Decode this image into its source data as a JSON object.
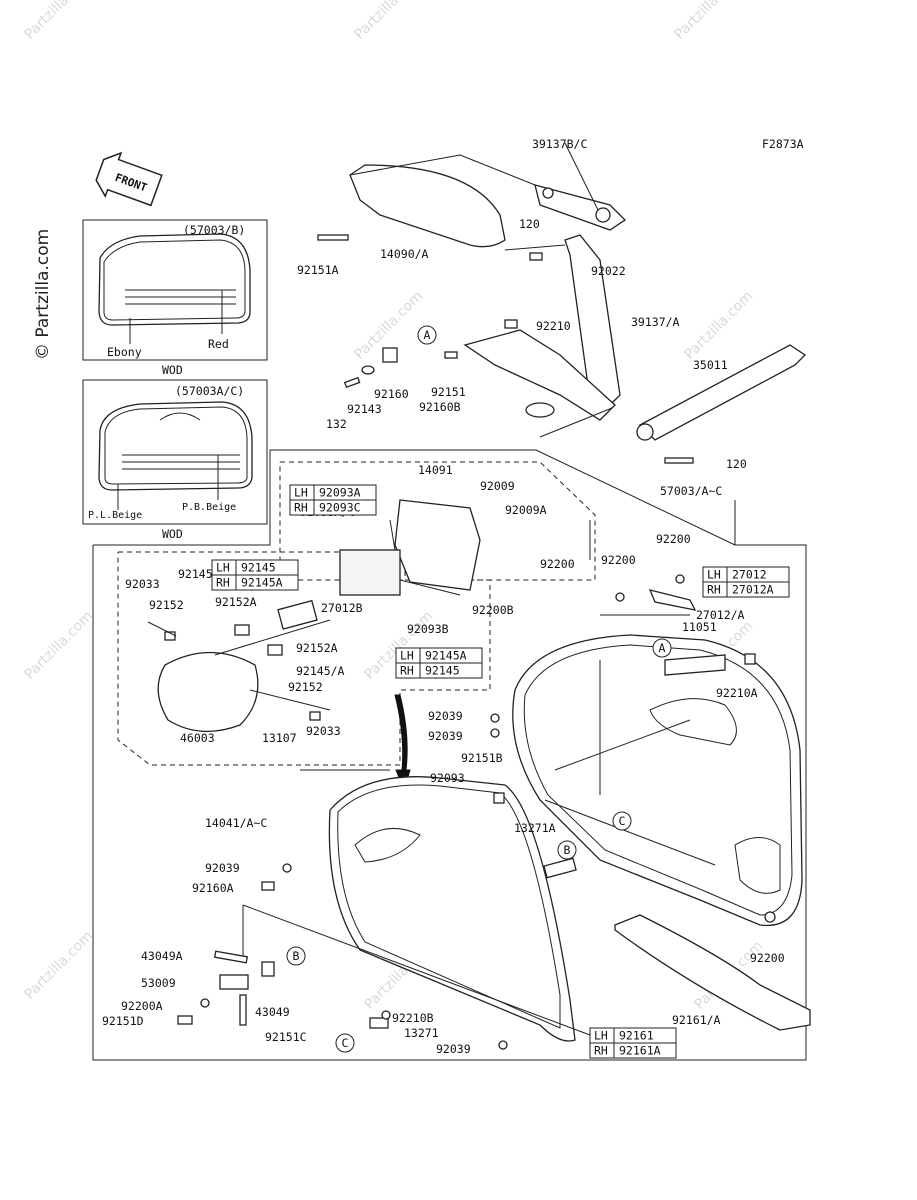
{
  "diagram_code": "F2873A",
  "front_label": "FRONT",
  "watermark": "Partzilla.com",
  "vertical_watermark": "© Partzilla.com",
  "inset_top": {
    "code": "(57003/B)",
    "color_left": "Ebony",
    "color_right": "Red",
    "caption": "WOD"
  },
  "inset_bottom": {
    "code": "(57003A/C)",
    "color_left": "P.L.Beige",
    "color_right": "P.B.Beige",
    "caption": "WOD"
  },
  "parts": [
    {
      "id": "p1",
      "text": "39137B/C"
    },
    {
      "id": "p2",
      "text": "92151A"
    },
    {
      "id": "p3",
      "text": "14090/A"
    },
    {
      "id": "p4",
      "text": "120"
    },
    {
      "id": "p5",
      "text": "92022"
    },
    {
      "id": "p6",
      "text": "92210"
    },
    {
      "id": "p7",
      "text": "39137/A"
    },
    {
      "id": "p8",
      "text": "35011"
    },
    {
      "id": "p9",
      "text": "92151"
    },
    {
      "id": "p10",
      "text": "92160"
    },
    {
      "id": "p11",
      "text": "92143"
    },
    {
      "id": "p12",
      "text": "132"
    },
    {
      "id": "p13",
      "text": "92160B"
    },
    {
      "id": "p14",
      "text": "120"
    },
    {
      "id": "p15",
      "text": "14091"
    },
    {
      "id": "p16",
      "text": "92009"
    },
    {
      "id": "p17",
      "text": "92009A"
    },
    {
      "id": "p18",
      "text": "57003/A~C"
    },
    {
      "id": "p19",
      "text": "92093A/C"
    },
    {
      "id": "p20",
      "text": "92200"
    },
    {
      "id": "p21",
      "text": "92200B"
    },
    {
      "id": "p22",
      "text": "92093B"
    },
    {
      "id": "p23",
      "text": "92200"
    },
    {
      "id": "p24",
      "text": "92200"
    },
    {
      "id": "p25",
      "text": "92033"
    },
    {
      "id": "p26",
      "text": "92145/A"
    },
    {
      "id": "p27",
      "text": "92152"
    },
    {
      "id": "p28",
      "text": "92152A"
    },
    {
      "id": "p29",
      "text": "27012B"
    },
    {
      "id": "p30",
      "text": "27012/A"
    },
    {
      "id": "p31",
      "text": "11051"
    },
    {
      "id": "p32",
      "text": "92152A"
    },
    {
      "id": "p33",
      "text": "92145/A"
    },
    {
      "id": "p34",
      "text": "92152"
    },
    {
      "id": "p35",
      "text": "92033"
    },
    {
      "id": "p36",
      "text": "46003"
    },
    {
      "id": "p37",
      "text": "13107"
    },
    {
      "id": "p38",
      "text": "92210A"
    },
    {
      "id": "p39",
      "text": "92039"
    },
    {
      "id": "p40",
      "text": "92039"
    },
    {
      "id": "p41",
      "text": "92151B"
    },
    {
      "id": "p42",
      "text": "92093"
    },
    {
      "id": "p43",
      "text": "14041/A~C"
    },
    {
      "id": "p44",
      "text": "13271A"
    },
    {
      "id": "p45",
      "text": "92039"
    },
    {
      "id": "p46",
      "text": "92160A"
    },
    {
      "id": "p47",
      "text": "92200"
    },
    {
      "id": "p48",
      "text": "43049A"
    },
    {
      "id": "p49",
      "text": "53009"
    },
    {
      "id": "p50",
      "text": "43049"
    },
    {
      "id": "p51",
      "text": "92200A"
    },
    {
      "id": "p52",
      "text": "92151D"
    },
    {
      "id": "p53",
      "text": "92151C"
    },
    {
      "id": "p54",
      "text": "92210B"
    },
    {
      "id": "p55",
      "text": "13271"
    },
    {
      "id": "p56",
      "text": "92161/A"
    },
    {
      "id": "p57",
      "text": "92039"
    }
  ],
  "side_tables": [
    {
      "id": "t1",
      "rows": [
        {
          "side": "LH",
          "part": "92093A"
        },
        {
          "side": "RH",
          "part": "92093C"
        }
      ]
    },
    {
      "id": "t2",
      "rows": [
        {
          "side": "LH",
          "part": "92145"
        },
        {
          "side": "RH",
          "part": "92145A"
        }
      ]
    },
    {
      "id": "t3",
      "rows": [
        {
          "side": "LH",
          "part": "92145A"
        },
        {
          "side": "RH",
          "part": "92145"
        }
      ]
    },
    {
      "id": "t4",
      "rows": [
        {
          "side": "LH",
          "part": "27012"
        },
        {
          "side": "RH",
          "part": "27012A"
        }
      ]
    },
    {
      "id": "t5",
      "rows": [
        {
          "side": "LH",
          "part": "92161"
        },
        {
          "side": "RH",
          "part": "92161A"
        }
      ]
    }
  ],
  "callouts": [
    {
      "id": "c1",
      "text": "A"
    },
    {
      "id": "c2",
      "text": "A"
    },
    {
      "id": "c3",
      "text": "C"
    },
    {
      "id": "c4",
      "text": "B"
    },
    {
      "id": "c5",
      "text": "B"
    },
    {
      "id": "c6",
      "text": "C"
    }
  ]
}
